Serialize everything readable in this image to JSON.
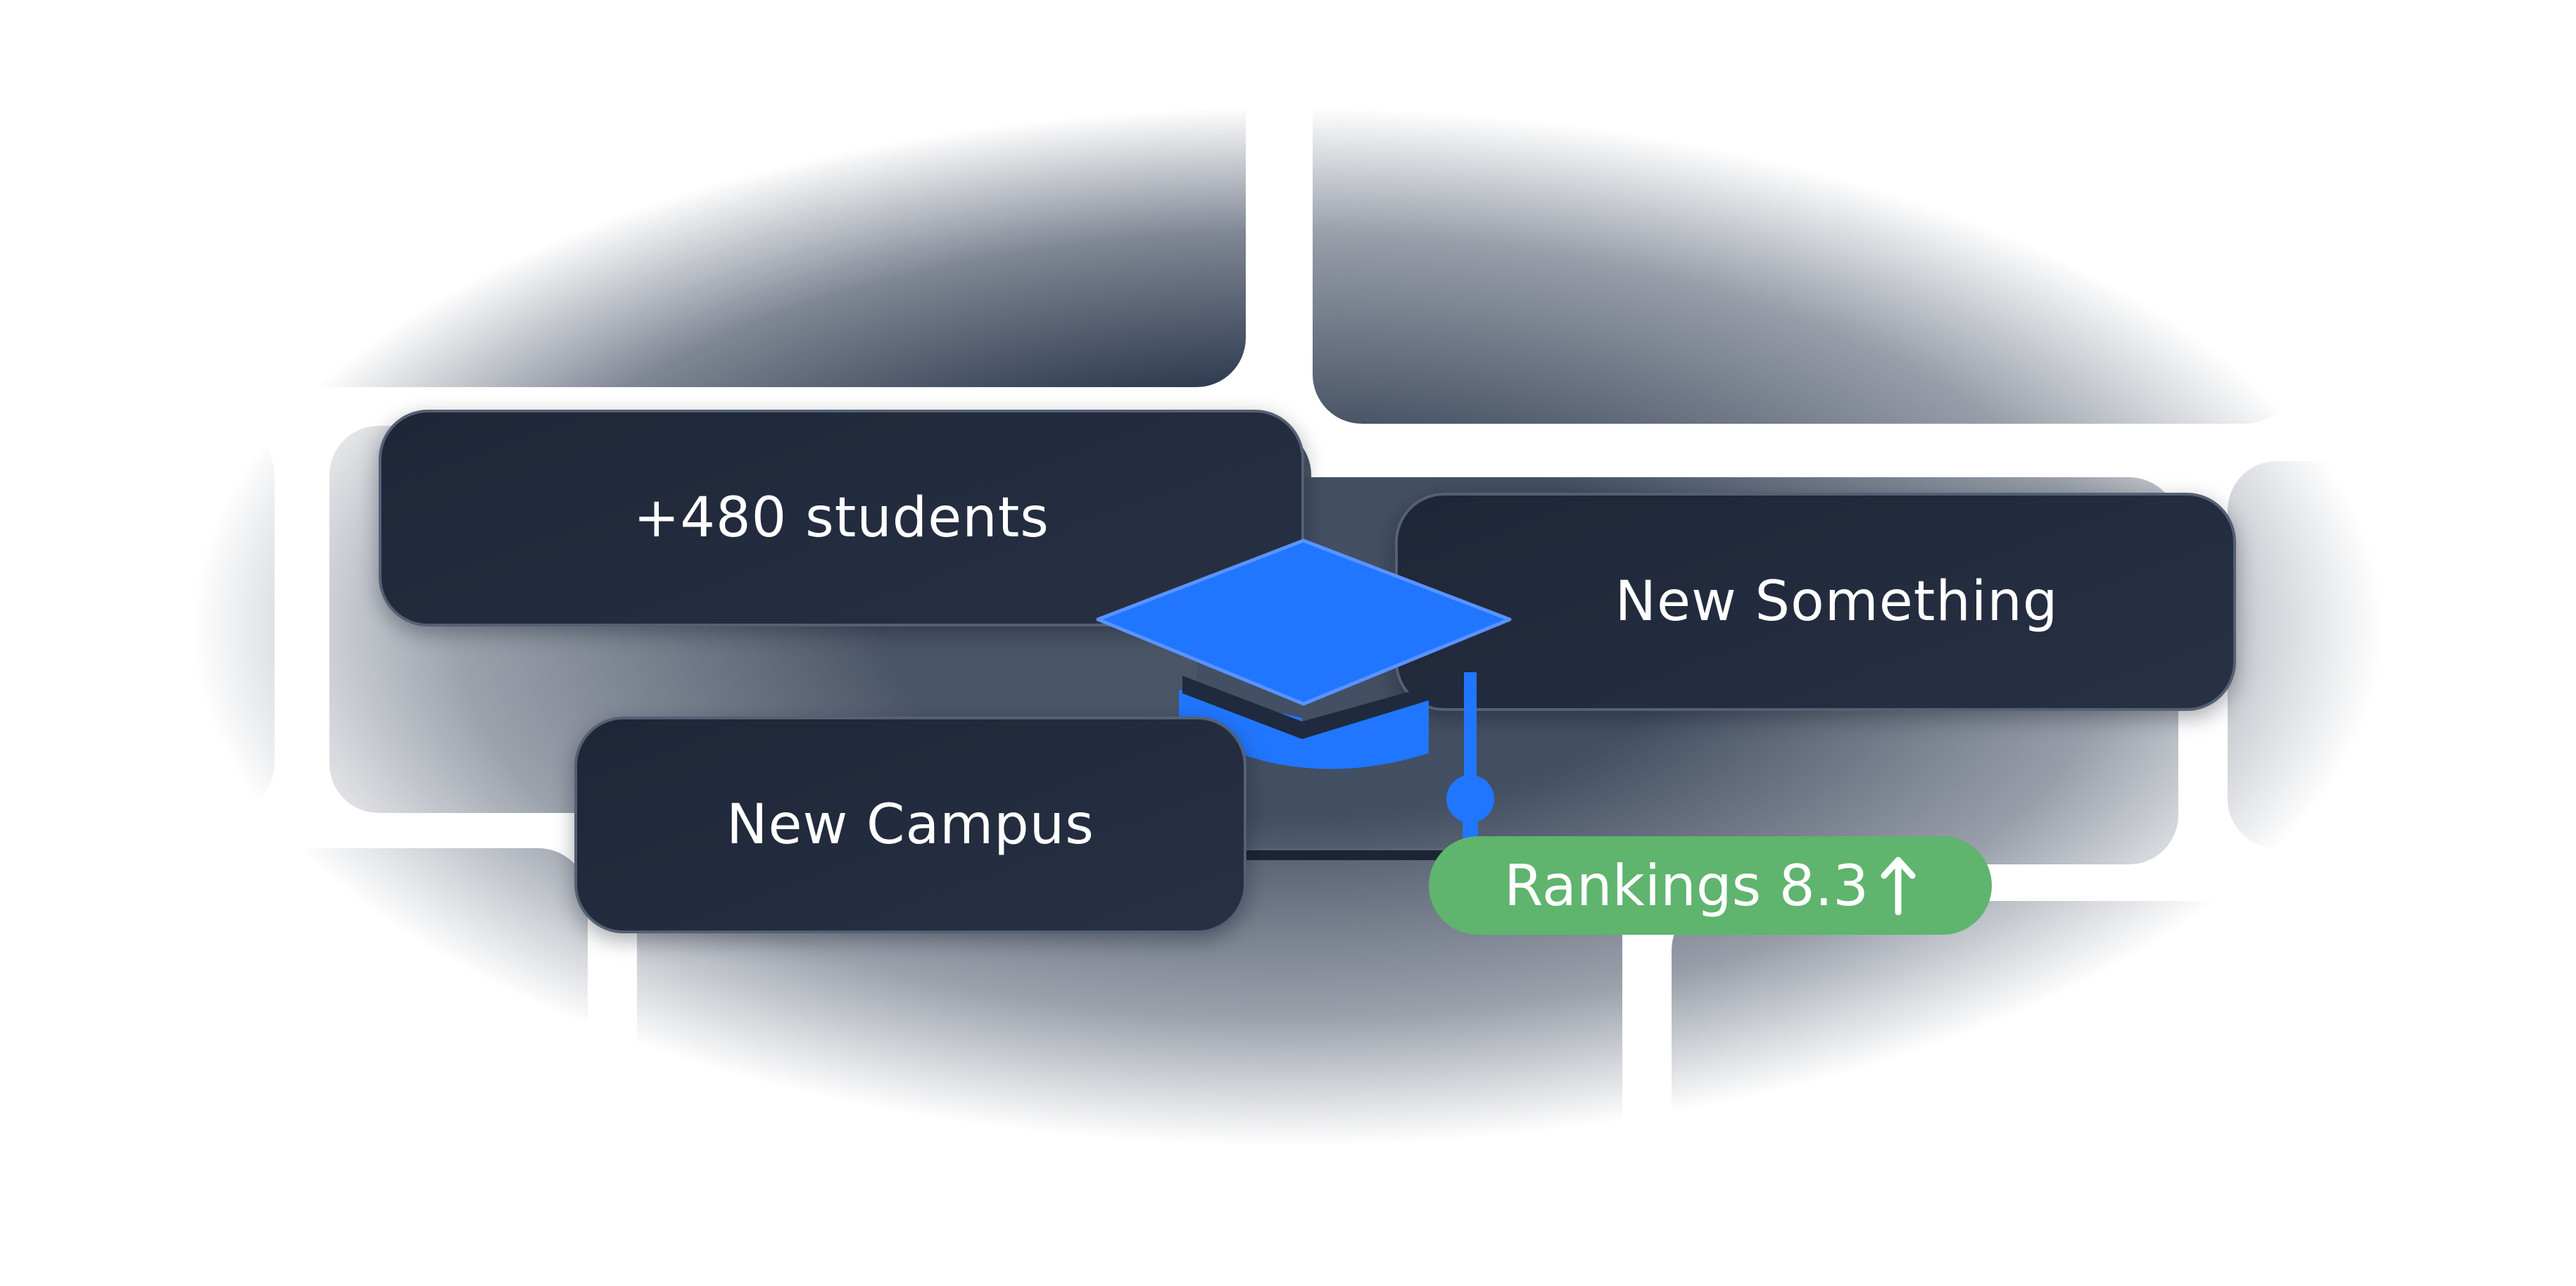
{
  "cards": {
    "students": "+480 students",
    "new_something": "New Something",
    "new_campus": "New Campus"
  },
  "rankings": {
    "label": "Rankings 8.3",
    "trend_icon": "arrow-up-icon"
  },
  "center_icon": "graduation-cap-icon",
  "colors": {
    "card_bg": "#1e2638",
    "card_border": "#546074",
    "accent_blue": "#2176ff",
    "pill_green": "#5fb46e",
    "tile_dark": "#15223a",
    "tile_slate": "#434f62"
  }
}
